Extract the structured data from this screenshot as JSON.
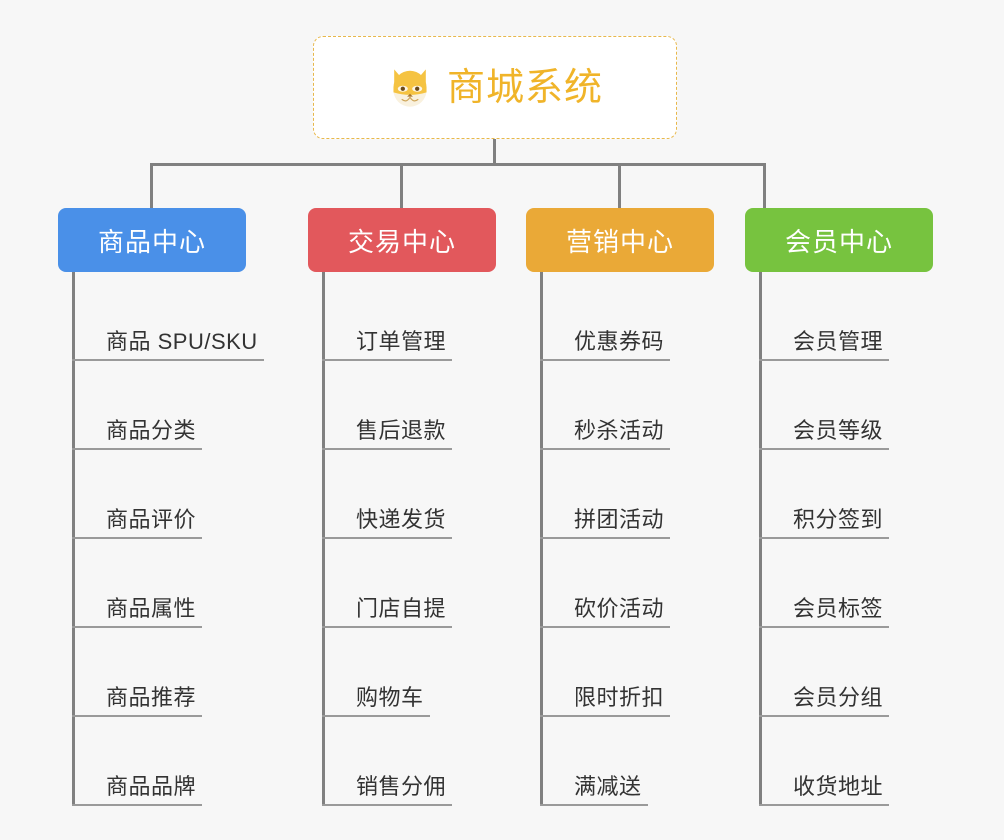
{
  "root": {
    "title": "商城系统",
    "icon": "shiba-dog-emoji",
    "border_color": "#e8b84b",
    "text_color": "#f0b429"
  },
  "categories": [
    {
      "label": "商品中心",
      "color": "#4a90e8",
      "items": [
        "商品 SPU/SKU",
        "商品分类",
        "商品评价",
        "商品属性",
        "商品推荐",
        "商品品牌"
      ]
    },
    {
      "label": "交易中心",
      "color": "#e2585c",
      "items": [
        "订单管理",
        "售后退款",
        "快递发货",
        "门店自提",
        "购物车",
        "销售分佣"
      ]
    },
    {
      "label": "营销中心",
      "color": "#eaa937",
      "items": [
        "优惠券码",
        "秒杀活动",
        "拼团活动",
        "砍价活动",
        "限时折扣",
        "满减送"
      ]
    },
    {
      "label": "会员中心",
      "color": "#77c33f",
      "items": [
        "会员管理",
        "会员等级",
        "积分签到",
        "会员标签",
        "会员分组",
        "收货地址"
      ]
    }
  ],
  "theme": {
    "background": "#f7f7f7",
    "connector_color": "#808080",
    "leaf_rule_color": "#9a9a9a",
    "leaf_text_color": "#333333"
  }
}
